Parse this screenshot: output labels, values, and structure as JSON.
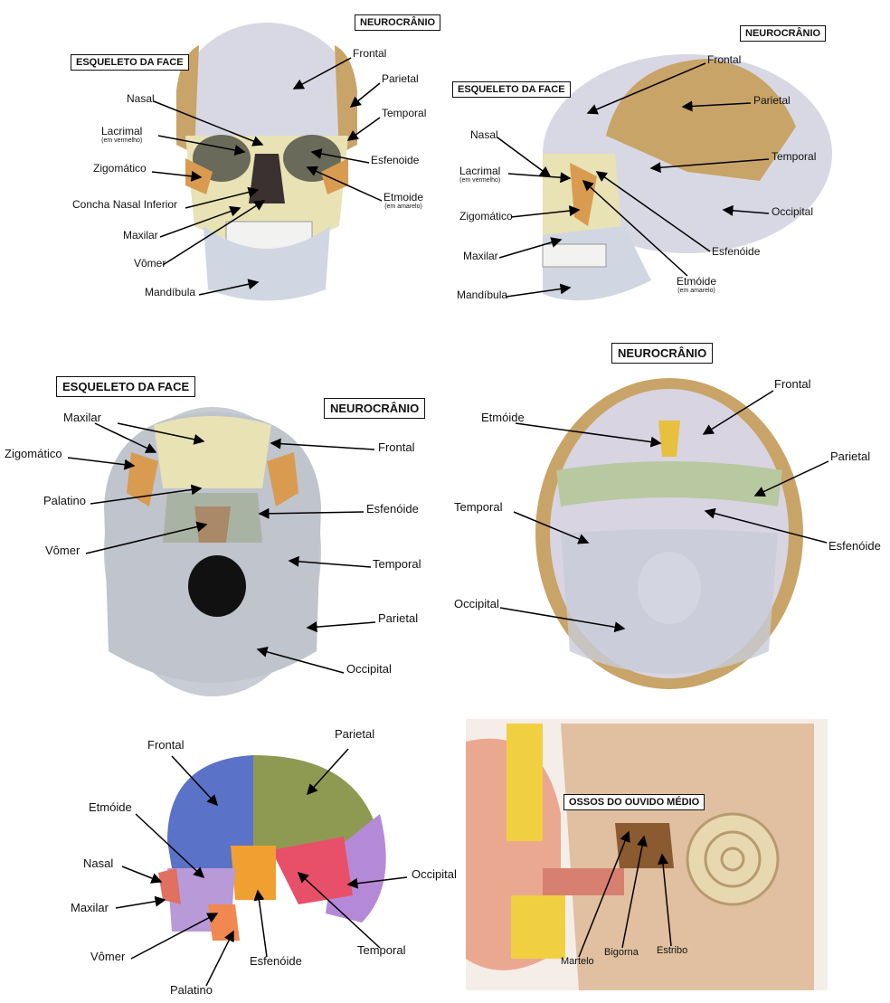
{
  "panels": {
    "front": {
      "neuro": "NEUROCRÂNIO",
      "face": "ESQUELETO DA FACE",
      "labels": {
        "frontal": "Frontal",
        "parietal": "Parietal",
        "temporal": "Temporal",
        "esfenoide": "Esfenoide",
        "etmoide": "Etmoide",
        "etmoide_note": "(em amarelo)",
        "nasal": "Nasal",
        "lacrimal": "Lacrimal",
        "lacrimal_note": "(em vermelho)",
        "zigomatico": "Zigomático",
        "concha": "Concha Nasal Inferior",
        "maxilar": "Maxilar",
        "vomer": "Vômer",
        "mandibula": "Mandíbula"
      }
    },
    "lateral": {
      "neuro": "NEUROCRÂNIO",
      "face": "ESQUELETO DA FACE",
      "labels": {
        "frontal": "Frontal",
        "parietal": "Parietal",
        "temporal": "Temporal",
        "occipital": "Occipital",
        "esfenoide": "Esfenóide",
        "etmoide": "Etmóide",
        "etmoide_note": "(em amarelo)",
        "nasal": "Nasal",
        "lacrimal": "Lacrimal",
        "lacrimal_note": "(em vermelho)",
        "zigomatico": "Zigomático",
        "maxilar": "Maxilar",
        "mandibula": "Mandíbula"
      }
    },
    "inferior": {
      "face": "ESQUELETO DA FACE",
      "neuro": "NEUROCRÂNIO",
      "labels": {
        "maxilar": "Maxilar",
        "zigomatico": "Zigomático",
        "palatino": "Palatino",
        "vomer": "Vômer",
        "frontal": "Frontal",
        "esfenoide": "Esfenóide",
        "temporal": "Temporal",
        "parietal": "Parietal",
        "occipital": "Occipital"
      }
    },
    "base": {
      "neuro": "NEUROCRÂNIO",
      "labels": {
        "frontal": "Frontal",
        "etmoide": "Etmóide",
        "parietal": "Parietal",
        "temporal": "Temporal",
        "esfenoide": "Esfenóide",
        "occipital": "Occipital"
      }
    },
    "sagittal": {
      "labels": {
        "frontal": "Frontal",
        "parietal": "Parietal",
        "etmoide": "Etmóide",
        "nasal": "Nasal",
        "occipital": "Occipital",
        "maxilar": "Maxilar",
        "temporal": "Temporal",
        "vomer": "Vômer",
        "esfenoide": "Esfenóide",
        "palatino": "Palatino"
      }
    },
    "ear": {
      "title": "OSSOS DO OUVIDO MÉDIO",
      "labels": {
        "martelo": "Martelo",
        "bigorna": "Bigorna",
        "estribo": "Estribo"
      }
    }
  },
  "colors": {
    "bone": "#d9dbe4",
    "parietal": "#c9a468",
    "face": "#e8e2b4",
    "frontal_sag": "#5a72c8",
    "parietal_sag": "#8e9a52",
    "temporal_sag": "#e8506a",
    "esfenoide_sag": "#f0a030",
    "occipital_sag": "#b48ad8"
  }
}
